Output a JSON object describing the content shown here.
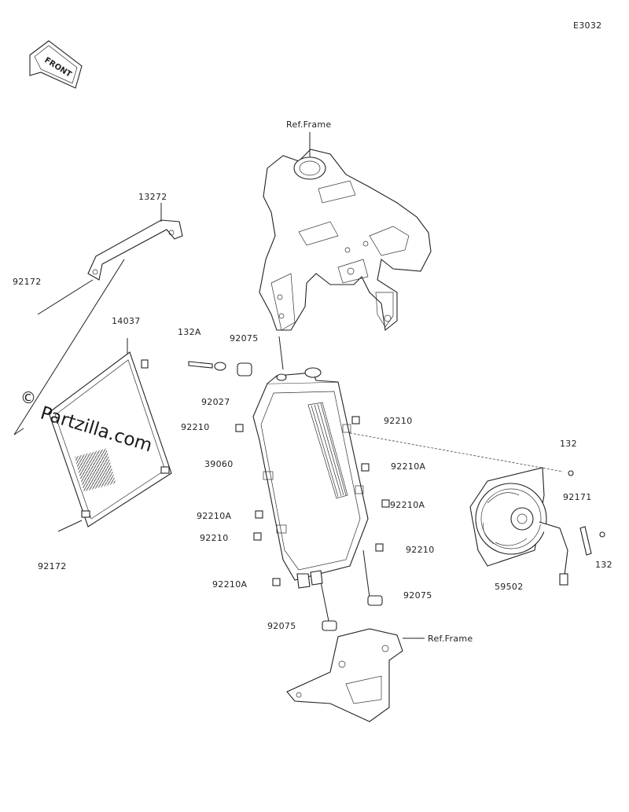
{
  "diagram_code": "E3032",
  "front_badge": "FRONT",
  "watermark": "Partzilla.com",
  "watermark_symbol": "©",
  "labels": {
    "ref_frame_top": "Ref.Frame",
    "ref_frame_bottom": "Ref.Frame",
    "p13272": "13272",
    "p92172_top": "92172",
    "p14037": "14037",
    "p92172_bottom": "92172",
    "p132A": "132A",
    "p92075_top": "92075",
    "p92027": "92027",
    "p92210_left1": "92210",
    "p39060": "39060",
    "p92210A_left1": "92210A",
    "p92210_left2": "92210",
    "p92210A_left2": "92210A",
    "p92210_right1": "92210",
    "p92210A_right1": "92210A",
    "p92210A_right2": "92210A",
    "p92210_right2": "92210",
    "p92075_mid": "92075",
    "p92075_low": "92075",
    "p132_top": "132",
    "p92171": "92171",
    "p132_bottom": "132",
    "p59502": "59502"
  }
}
